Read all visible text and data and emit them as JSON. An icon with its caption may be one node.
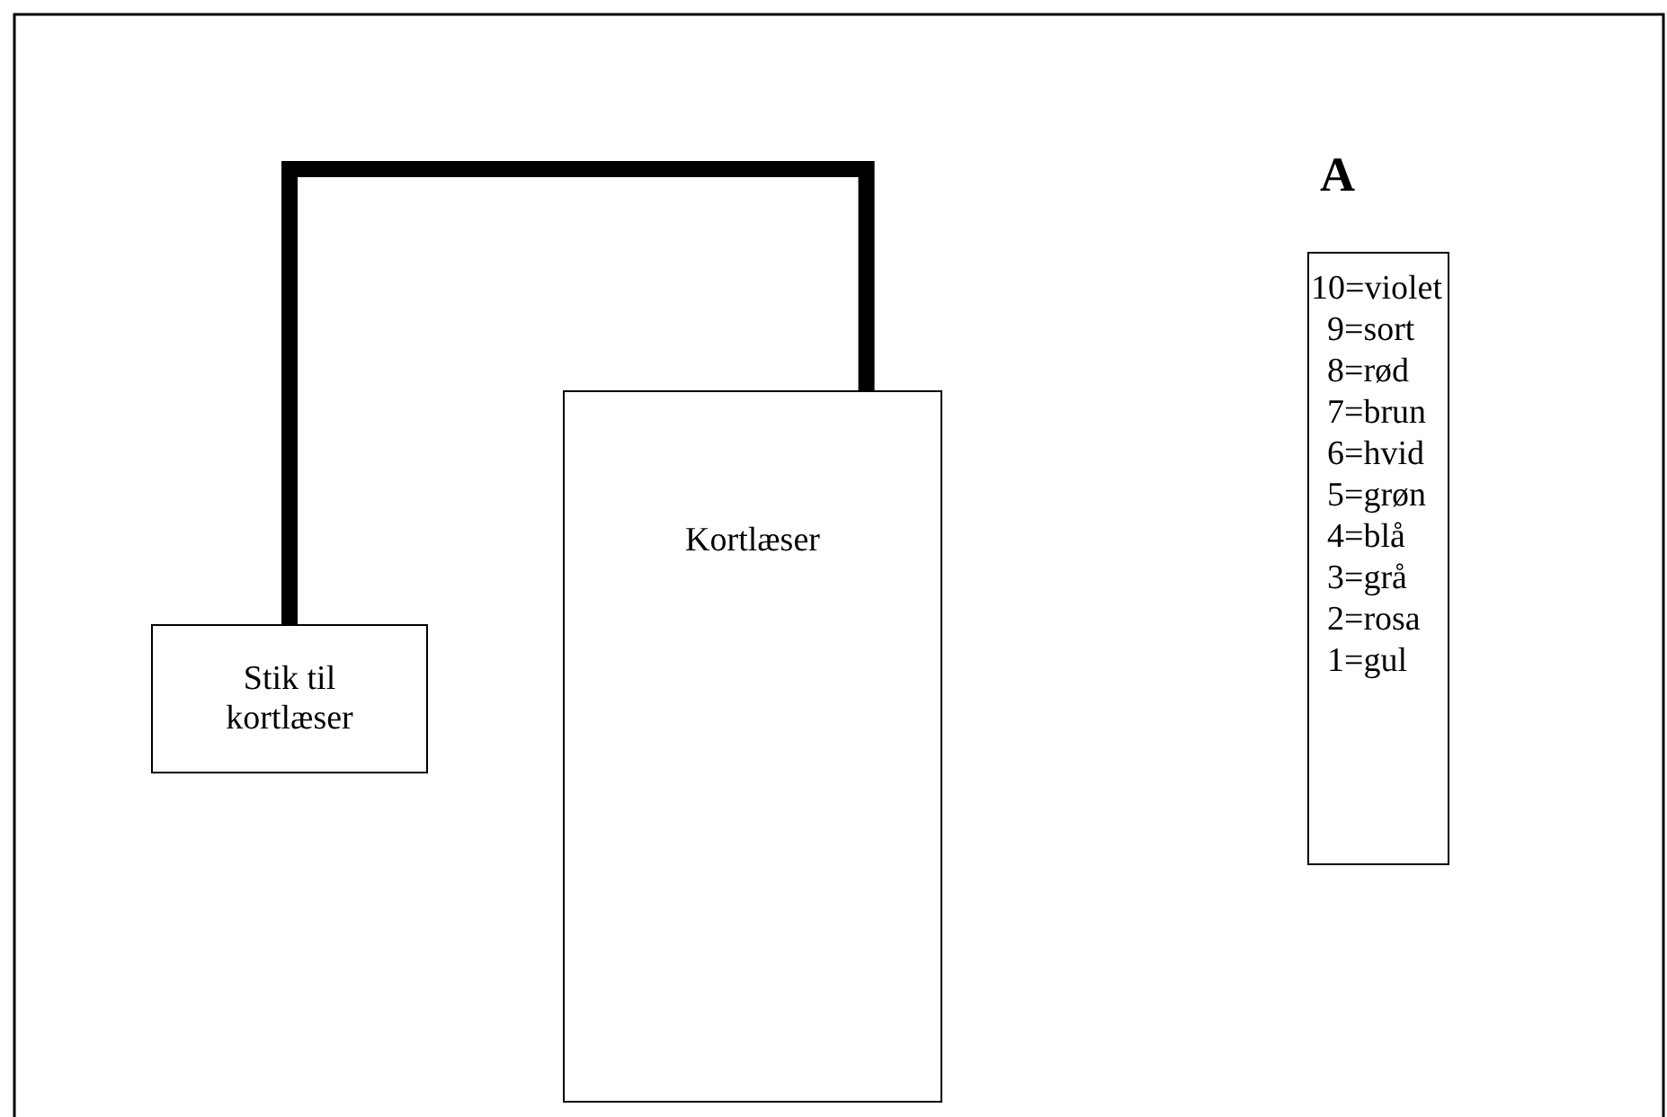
{
  "diagram": {
    "nodes": [
      {
        "text": [
          "Stik til kortlæser"
        ]
      },
      {
        "text": [
          "Kortlæser"
        ]
      },
      {
        "text": [
          "10=violet",
          "9=sort",
          "8=rød",
          "7=brun",
          "6=hvid",
          "5=grøn",
          "4=blå",
          "3=grå",
          "2=rosa",
          "1=gul"
        ]
      }
    ],
    "edges": [
      {
        "from": 0,
        "to": 1,
        "arrow": "none"
      }
    ],
    "labels": [
      "A"
    ]
  }
}
